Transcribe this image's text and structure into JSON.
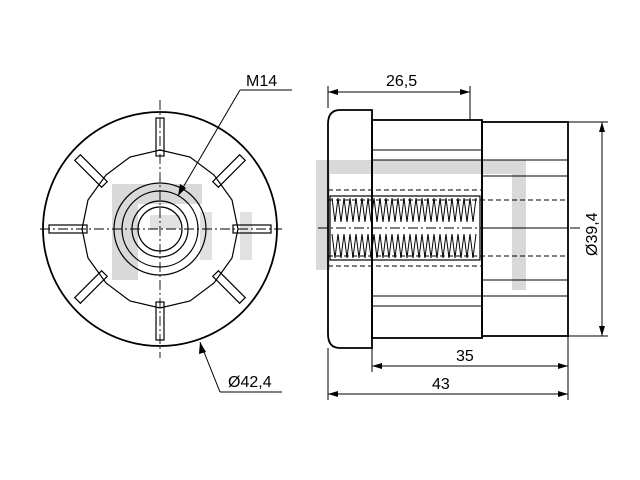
{
  "dimensions": {
    "thread": "M14",
    "outer_diameter": "Ø42,4",
    "top_length": "26,5",
    "inner_length": "35",
    "total_length": "43",
    "height_diameter": "Ø39,4"
  },
  "colors": {
    "line": "#000000",
    "watermark": "#d9d9d9",
    "background": "#ffffff"
  }
}
